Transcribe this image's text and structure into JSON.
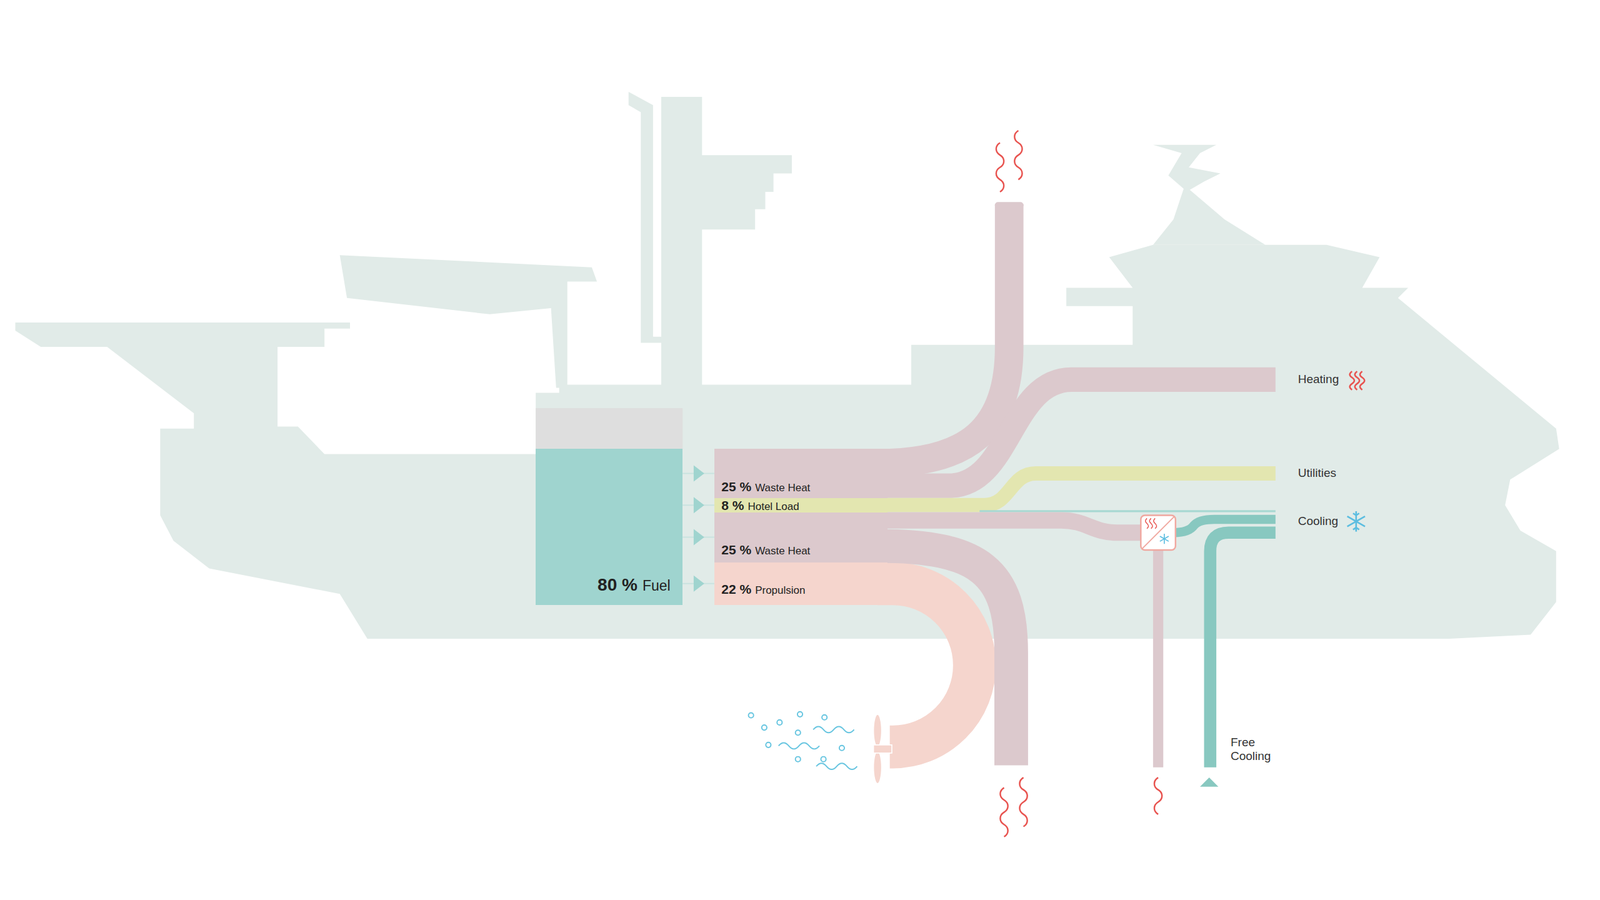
{
  "diagram": {
    "nodes": [
      {
        "text": [
          "80 %",
          "Fuel"
        ]
      },
      {
        "text": [
          "25 %",
          "Waste Heat"
        ]
      },
      {
        "text": [
          "8 %",
          "Hotel Load"
        ]
      },
      {
        "text": [
          "25 %",
          "Waste Heat"
        ]
      },
      {
        "text": [
          "22 %",
          "Propulsion"
        ]
      }
    ],
    "edges": [
      {
        "from": 0,
        "to": 1,
        "arrow": "to"
      },
      {
        "from": 0,
        "to": 2,
        "arrow": "to"
      },
      {
        "from": 0,
        "to": 3,
        "arrow": "to"
      },
      {
        "from": 0,
        "to": 4,
        "arrow": "to"
      }
    ],
    "labels": [
      "Heating",
      "Utilities",
      "Cooling",
      "Free Cooling"
    ]
  }
}
